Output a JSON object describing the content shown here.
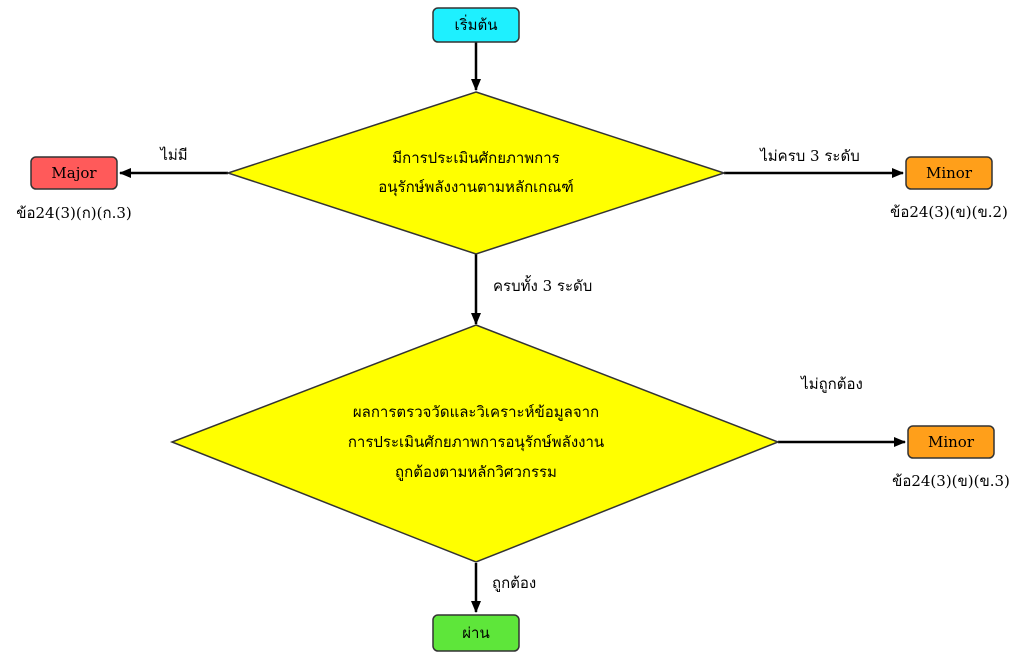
{
  "nodes": {
    "start": {
      "label": "เริ่มต้น",
      "fill": "#1ef0ff"
    },
    "decision1": {
      "line1": "มีการประเมินศักยภาพการ",
      "line2": "อนุรักษ์พลังงานตามหลักเกณฑ์",
      "fill": "#ffff00"
    },
    "decision2": {
      "line1": "ผลการตรวจวัดและวิเคราะห์ข้อมูลจาก",
      "line2": "การประเมินศักยภาพการอนุรักษ์พลังงาน",
      "line3": "ถูกต้องตามหลักวิศวกรรม",
      "fill": "#ffff00"
    },
    "major": {
      "label": "Major",
      "ref": "ข้อ24(3)(ก)(ก.3)",
      "fill": "#ff5a5a"
    },
    "minor1": {
      "label": "Minor",
      "ref": "ข้อ24(3)(ข)(ข.2)",
      "fill": "#ff9f1a"
    },
    "minor2": {
      "label": "Minor",
      "ref": "ข้อ24(3)(ข)(ข.3)",
      "fill": "#ff9f1a"
    },
    "pass": {
      "label": "ผ่าน",
      "fill": "#5ee63a"
    }
  },
  "edges": {
    "none": "ไม่มี",
    "incomplete": "ไม่ครบ 3 ระดับ",
    "complete": "ครบทั้ง 3 ระดับ",
    "incorrect": "ไม่ถูกต้อง",
    "correct": "ถูกต้อง"
  },
  "colors": {
    "line": "#000000",
    "node_border": "#333333"
  }
}
